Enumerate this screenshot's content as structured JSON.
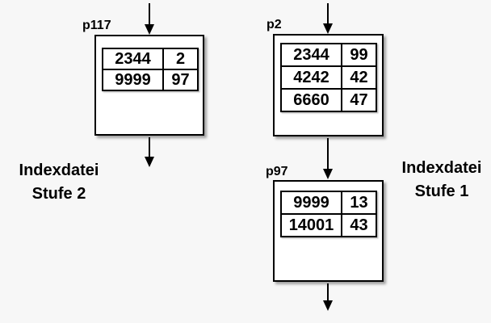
{
  "background": "#f7f7f7",
  "box_fill": "#ffffff",
  "line_color": "#000000",
  "nodes": [
    {
      "id": "p117",
      "label": "p117",
      "rows": [
        [
          "2344",
          "2"
        ],
        [
          "9999",
          "97"
        ]
      ]
    },
    {
      "id": "p2",
      "label": "p2",
      "rows": [
        [
          "2344",
          "99"
        ],
        [
          "4242",
          "42"
        ],
        [
          "6660",
          "47"
        ]
      ]
    },
    {
      "id": "p97",
      "label": "p97",
      "rows": [
        [
          "9999",
          "13"
        ],
        [
          "14001",
          "43"
        ]
      ]
    }
  ],
  "captions": {
    "left": {
      "line1": "Indexdatei",
      "line2": "Stufe 2"
    },
    "right": {
      "line1": "Indexdatei",
      "line2": "Stufe 1"
    }
  }
}
